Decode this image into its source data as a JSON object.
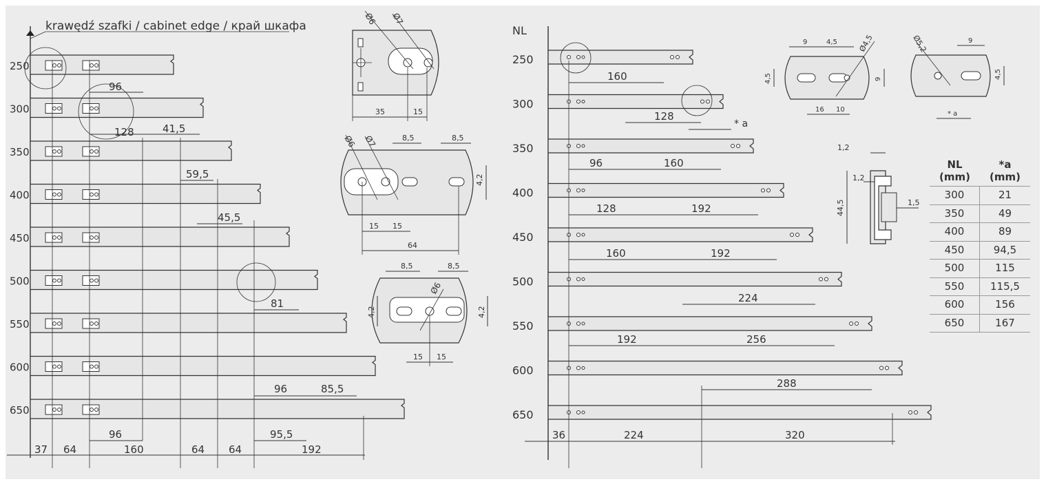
{
  "left": {
    "edge_label": "krawędź szafki / cabinet edge / край шкафа",
    "rows": [
      "250",
      "300",
      "350",
      "400",
      "450",
      "500",
      "550",
      "600",
      "650"
    ],
    "inner_dims": [
      "96",
      "128",
      "41,5",
      "59,5",
      "45,5",
      "81",
      "96",
      "85,5",
      "96",
      "95,5"
    ],
    "bottom_dims": [
      "37",
      "64",
      "160",
      "64",
      "64",
      "192"
    ]
  },
  "detail_top": {
    "d1": "Ø6",
    "d2": "Ø7",
    "w1": "35",
    "w2": "15"
  },
  "detail_mid": {
    "d1": "Ø6",
    "d2": "Ø7",
    "a": "8,5",
    "b": "8,5",
    "h": "4,2",
    "c": "15",
    "d": "15",
    "e": "64"
  },
  "detail_low": {
    "a": "8,5",
    "b": "8,5",
    "d": "Ø6",
    "h1": "4,2",
    "h2": "4,2",
    "c": "15",
    "e": "15"
  },
  "right": {
    "nl_label": "NL",
    "rows": [
      "250",
      "300",
      "350",
      "400",
      "450",
      "500",
      "550",
      "600",
      "650"
    ],
    "inner_dims": [
      "160",
      "128",
      "96",
      "160",
      "128",
      "192",
      "160",
      "192",
      "224",
      "192",
      "256",
      "288"
    ],
    "a_label": "* a",
    "bottom_dims": [
      "36",
      "224",
      "320"
    ]
  },
  "detail_right1": {
    "a": "9",
    "b": "4,5",
    "d": "Ø4,5",
    "h": "4,5",
    "h2": "9",
    "c": "16",
    "e": "10"
  },
  "detail_right2": {
    "d": "Ø5,2",
    "a": "9",
    "h": "4,5",
    "x": "* a"
  },
  "profile": {
    "a": "1,2",
    "b": "1,2",
    "h": "44,5",
    "c": "1,5"
  },
  "table": {
    "col1": "NL",
    "col1_unit": "(mm)",
    "col2": "*a",
    "col2_unit": "(mm)",
    "rows": [
      [
        "300",
        "21"
      ],
      [
        "350",
        "49"
      ],
      [
        "400",
        "89"
      ],
      [
        "450",
        "94,5"
      ],
      [
        "500",
        "115"
      ],
      [
        "550",
        "115,5"
      ],
      [
        "600",
        "156"
      ],
      [
        "650",
        "167"
      ]
    ]
  }
}
